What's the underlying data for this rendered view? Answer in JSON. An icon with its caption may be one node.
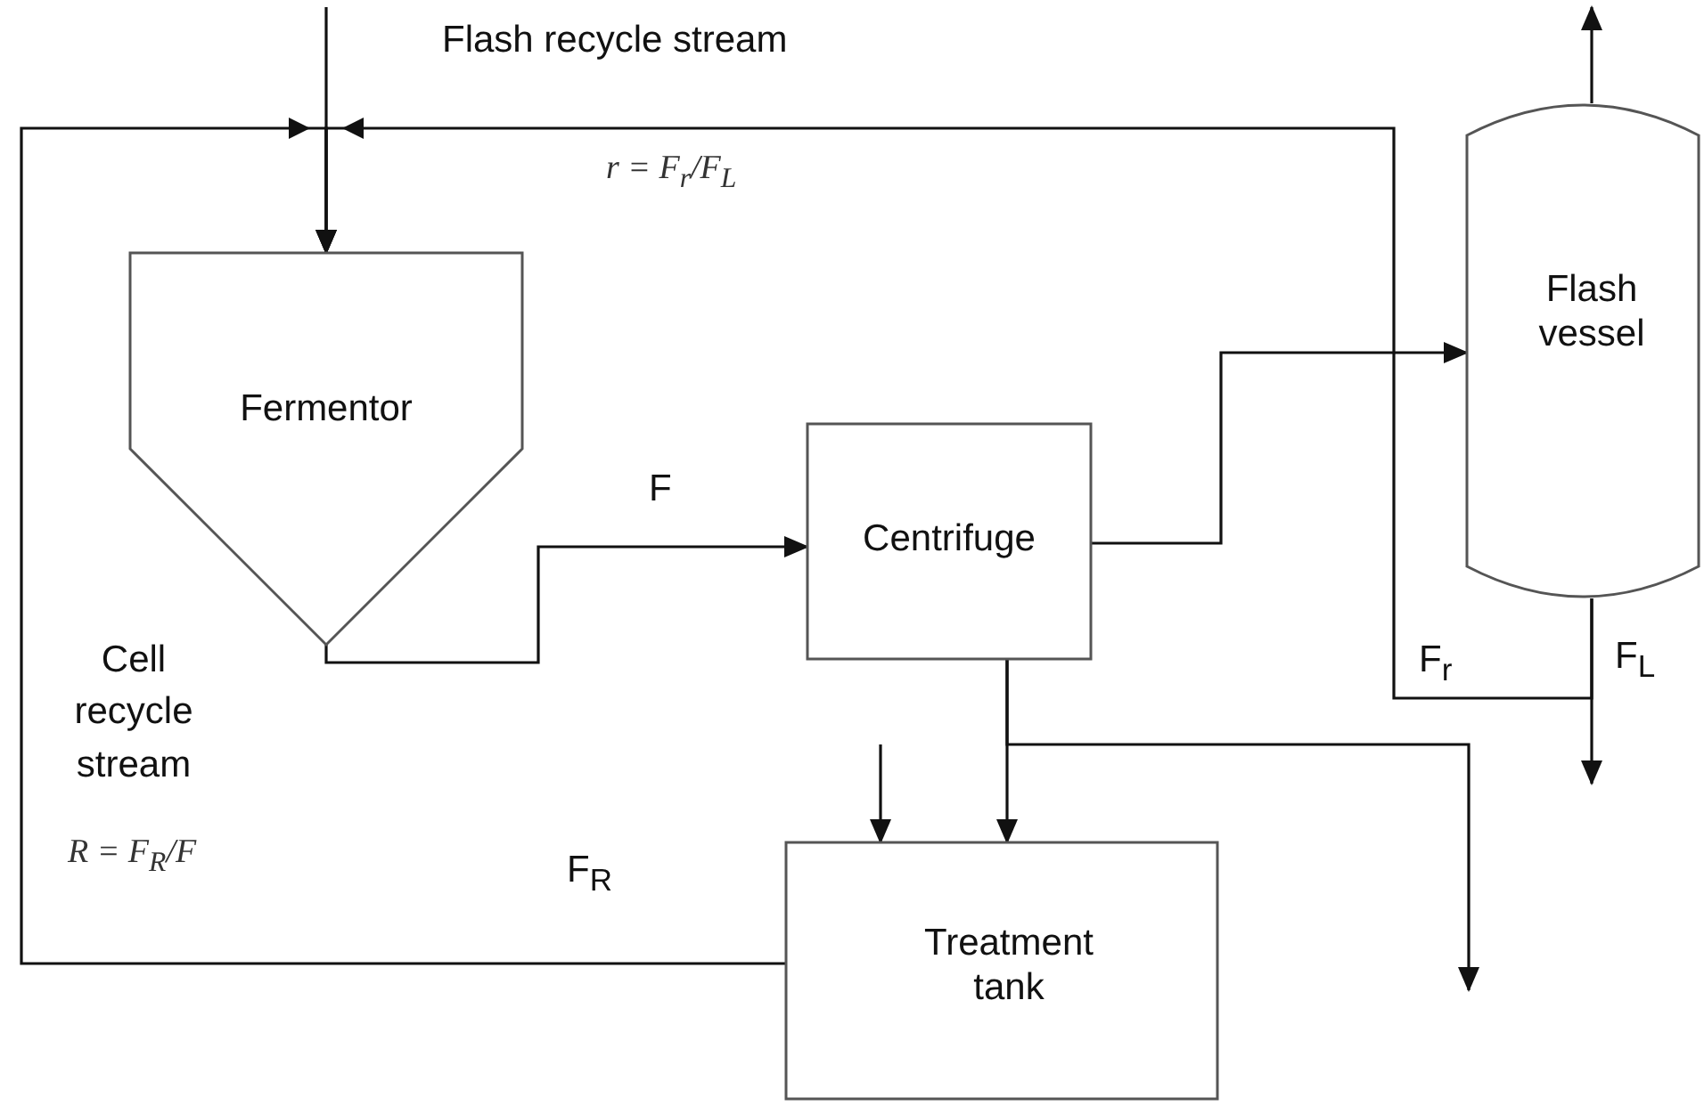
{
  "diagram": {
    "nodes": [
      {
        "text": [
          "Fermentor"
        ]
      },
      {
        "text": [
          "Centrifuge"
        ]
      },
      {
        "text": [
          "Flash vessel"
        ]
      },
      {
        "text": [
          "Treatment tank"
        ]
      }
    ],
    "edges": [
      {
        "from": 0,
        "to": 1,
        "arrow": "to"
      },
      {
        "from": 1,
        "to": 2,
        "arrow": "to"
      },
      {
        "from": 2,
        "to": 0,
        "arrow": "to"
      },
      {
        "from": 3,
        "to": 0,
        "arrow": "to"
      },
      {
        "from": null,
        "to": 0,
        "arrow": "to"
      },
      {
        "from": 1,
        "to": 3,
        "arrow": "to"
      },
      {
        "from": 1,
        "to": null,
        "arrow": "to"
      },
      {
        "from": null,
        "to": 3,
        "arrow": "to"
      },
      {
        "from": 2,
        "to": null,
        "arrow": "to"
      },
      {
        "from": 2,
        "to": null,
        "arrow": "to"
      }
    ],
    "labels": [
      "Flash recycle stream",
      "r = F$_{r}$/F$_{L}$",
      "F",
      "Cell recycle stream",
      "R = F$_{R}$/F",
      "F$_{R}$",
      "F$_{r}$",
      "F$_{L}$"
    ]
  }
}
